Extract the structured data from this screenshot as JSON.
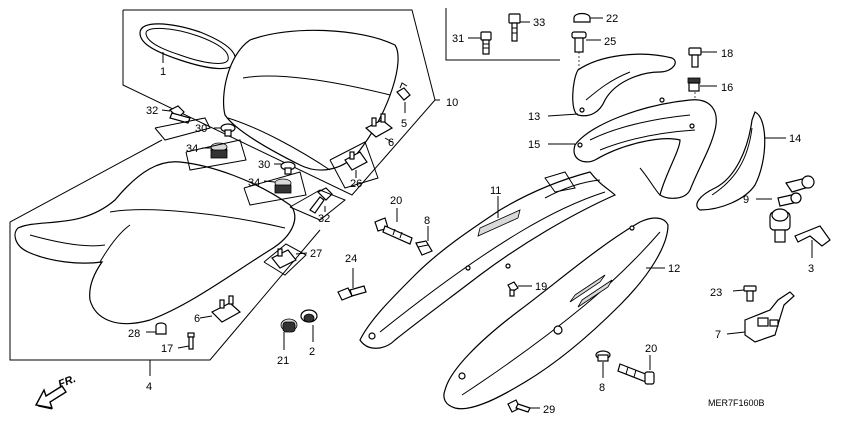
{
  "diagram": {
    "code": "MER7F1600B",
    "fr_label": "FR.",
    "callouts": {
      "c1": "1",
      "c2": "2",
      "c3": "3",
      "c4": "4",
      "c5": "5",
      "c6a": "6",
      "c6b": "6",
      "c7": "7",
      "c8a": "8",
      "c8b": "8",
      "c9": "9",
      "c10": "10",
      "c11": "11",
      "c12": "12",
      "c13": "13",
      "c14": "14",
      "c15": "15",
      "c16": "16",
      "c17": "17",
      "c18": "18",
      "c19": "19",
      "c20a": "20",
      "c20b": "20",
      "c21": "21",
      "c22": "22",
      "c23": "23",
      "c24": "24",
      "c25": "25",
      "c26": "26",
      "c27": "27",
      "c28": "28",
      "c29": "29",
      "c30a": "30",
      "c30b": "30",
      "c31": "31",
      "c32a": "32",
      "c32b": "32",
      "c33": "33",
      "c34a": "34",
      "c34b": "34"
    }
  }
}
